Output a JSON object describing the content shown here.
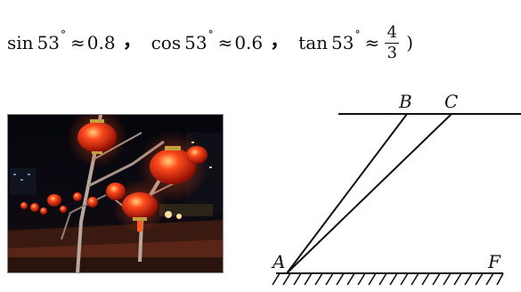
{
  "formulas": [
    {
      "fn": "sin",
      "angle": "53",
      "deg": "°",
      "approx": "≈",
      "value": "0.8",
      "sep": "，"
    },
    {
      "fn": "cos",
      "angle": "53",
      "deg": "°",
      "approx": "≈",
      "value": "0.6",
      "sep": "，"
    },
    {
      "fn": "tan",
      "angle": "53",
      "deg": "°",
      "approx": "≈",
      "numerator": "4",
      "denominator": "3"
    }
  ],
  "closing_paren": ")",
  "diagram": {
    "labels": {
      "A": "A",
      "B": "B",
      "C": "C",
      "F": "F"
    }
  }
}
